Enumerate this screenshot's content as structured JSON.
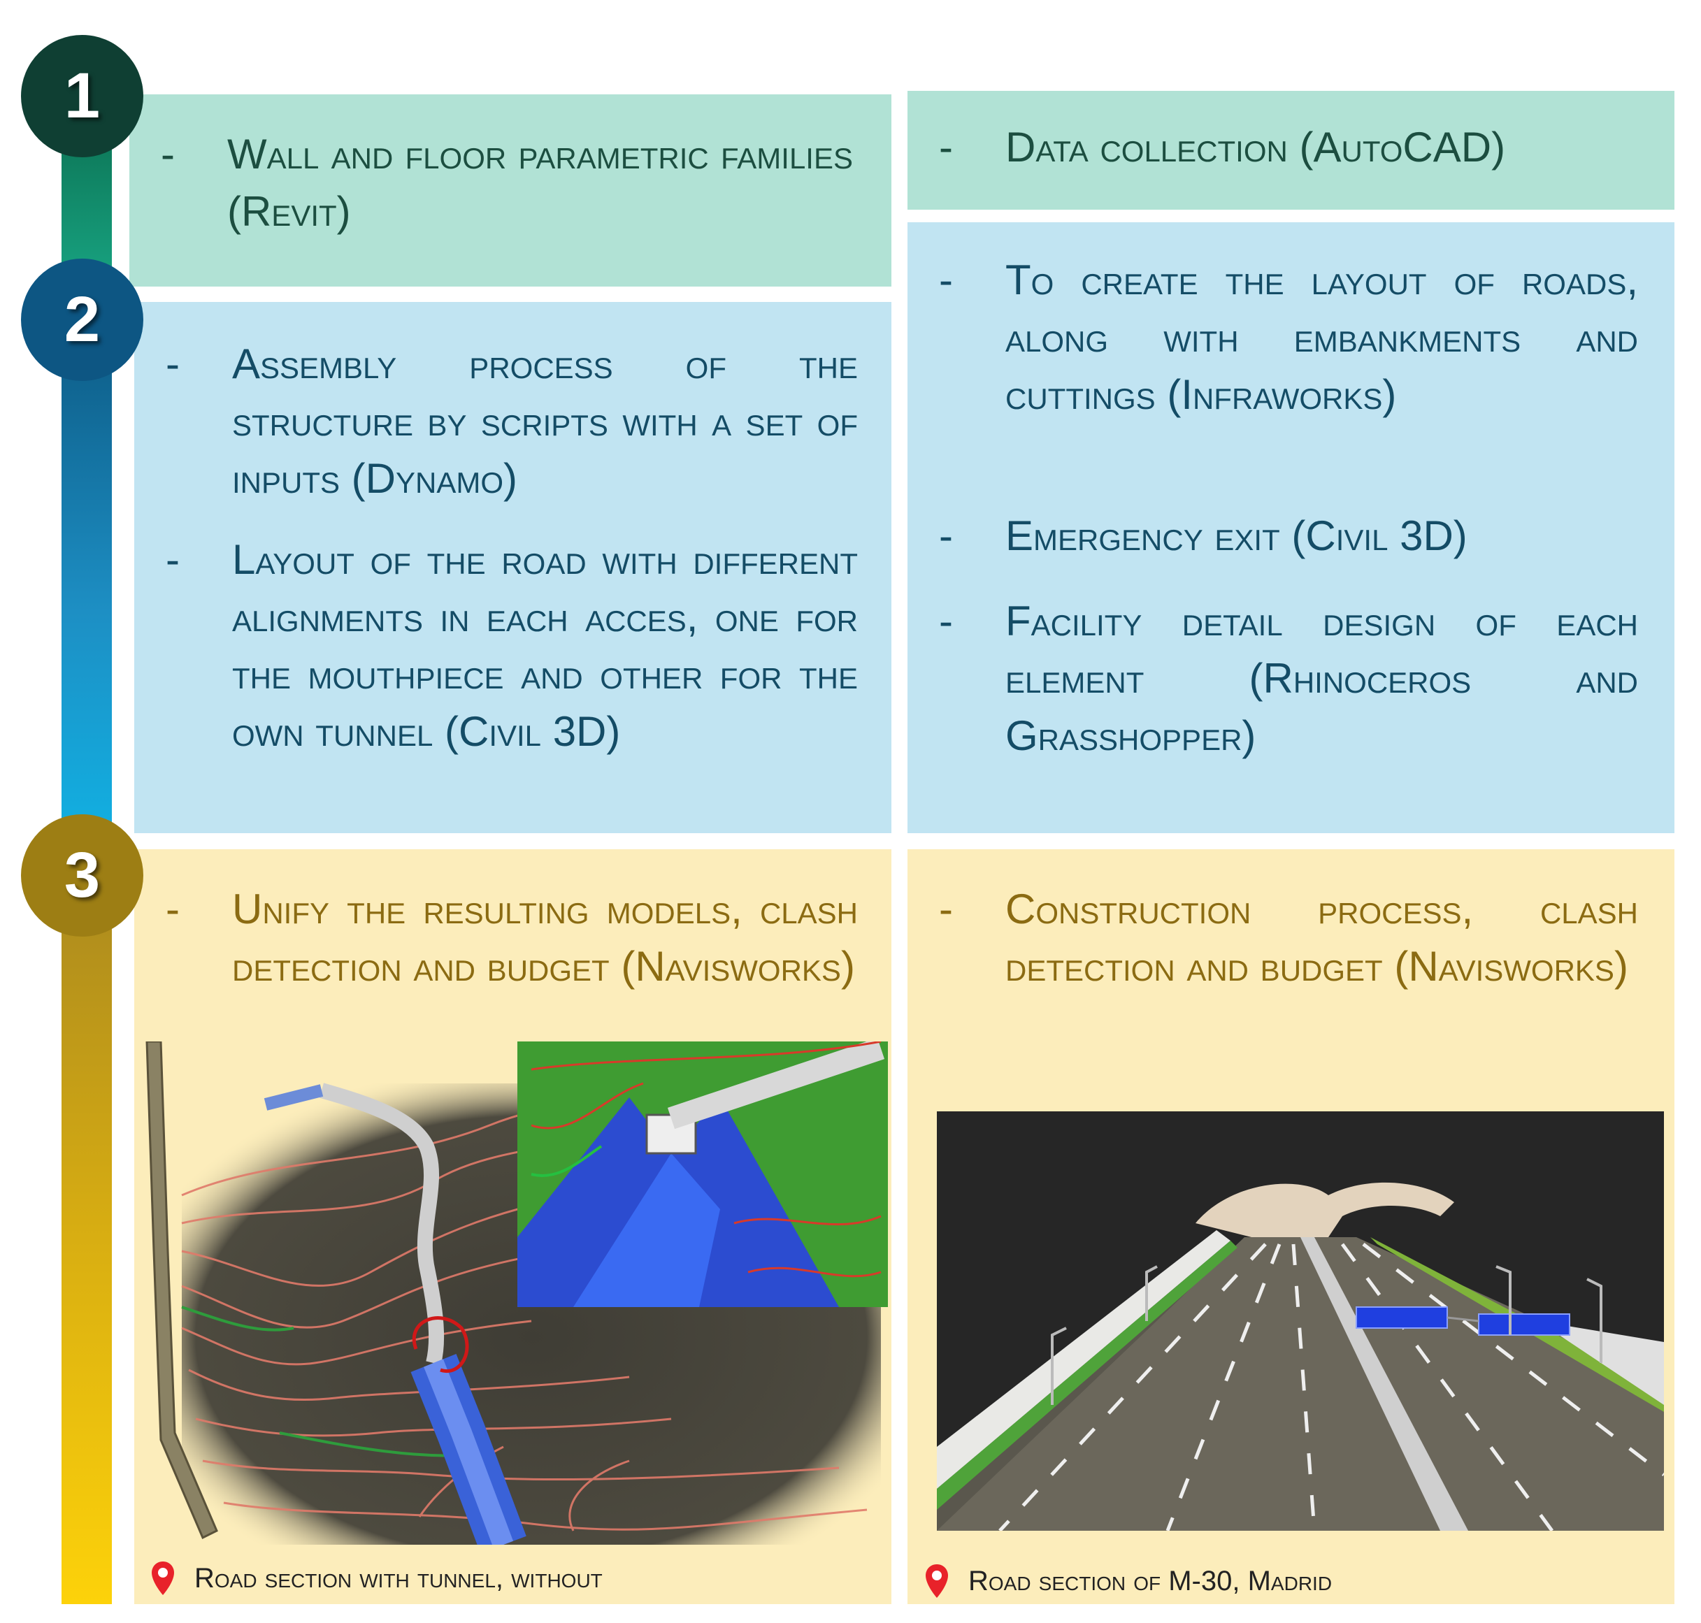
{
  "steps": [
    {
      "number": "1",
      "color": "#0f3f33"
    },
    {
      "number": "2",
      "color": "#0d5683"
    },
    {
      "number": "3",
      "color": "#9d7e14"
    }
  ],
  "colors": {
    "green_panel": "#b1e2d5",
    "blue_panel": "#c1e4f2",
    "yellow_panel": "#fcedbb"
  },
  "step1": {
    "left": {
      "dash": "-",
      "text": "Wall and floor parametric families (Revit)"
    },
    "right": {
      "dash": "-",
      "text": "Data collection (AutoCAD)"
    }
  },
  "step2": {
    "left": [
      {
        "dash": "-",
        "text": "Assembly process of the structure by scripts with a set of inputs (Dynamo)"
      },
      {
        "dash": "-",
        "text": "Layout of the road with different alignments in each acces, one for the mouthpiece and other for the own tunnel (Civil 3D)"
      }
    ],
    "right": [
      {
        "dash": "-",
        "text": "To create the layout of roads, along with embankments and cuttings (Infraworks)"
      },
      {
        "dash": "-",
        "text": "Emergency exit (Civil 3D)"
      },
      {
        "dash": "-",
        "text": "Facility detail design of each element (Rhinoceros and Grasshopper)"
      }
    ]
  },
  "step3": {
    "left": {
      "dash": "-",
      "text": "Unify the resulting models, clash detection and budget (Navisworks)",
      "caption": "Road section with tunnel, without",
      "pin_icon": "location-pin-icon"
    },
    "right": {
      "dash": "-",
      "text": "Construction process, clash detection and budget (Navisworks)",
      "caption": "Road section of M-30, Madrid",
      "pin_icon": "location-pin-icon"
    }
  }
}
